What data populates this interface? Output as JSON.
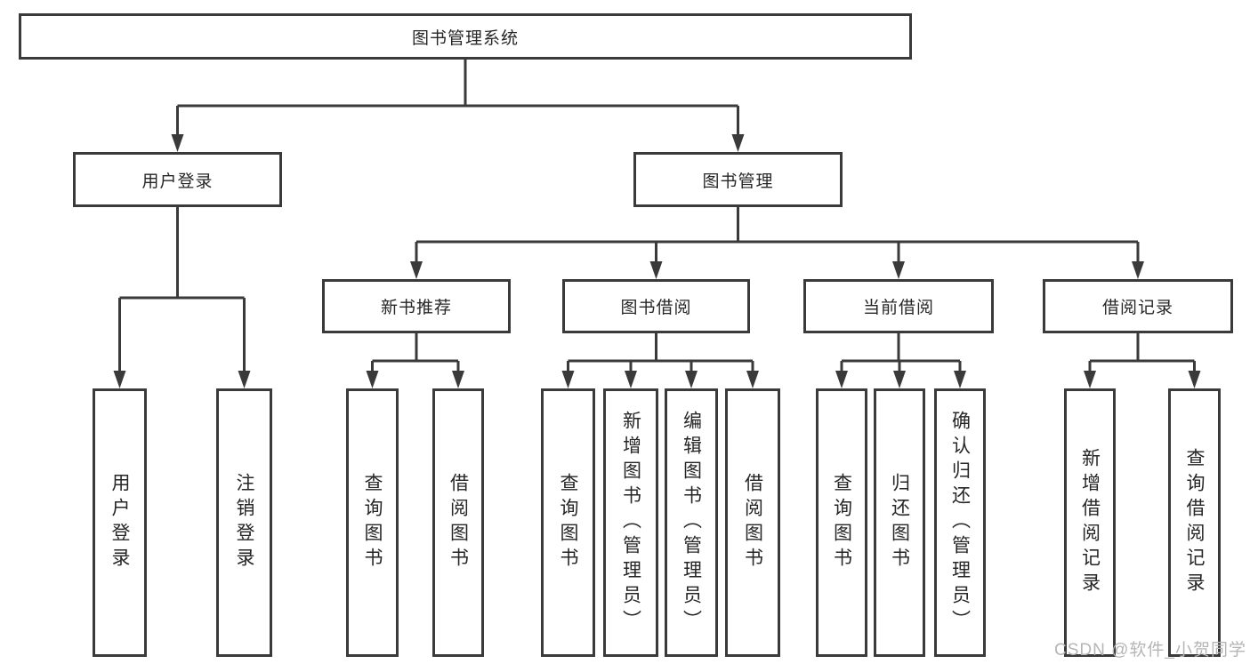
{
  "diagram": {
    "root": {
      "label": "图书管理系统"
    },
    "level2": {
      "user_login": {
        "label": "用户登录"
      },
      "book_management": {
        "label": "图书管理"
      }
    },
    "level3": {
      "new_book_recommendation": {
        "label": "新书推荐"
      },
      "book_borrowing": {
        "label": "图书借阅"
      },
      "current_borrowing": {
        "label": "当前借阅"
      },
      "borrowing_records": {
        "label": "借阅记录"
      }
    },
    "leaves": {
      "user_login": [
        "用户登录",
        "注销登录"
      ],
      "new_book_recommendation": [
        "查询图书",
        "借阅图书"
      ],
      "book_borrowing": [
        "查询图书",
        "新增图书（管理员）",
        "编辑图书（管理员）",
        "借阅图书"
      ],
      "current_borrowing": [
        "查询图书",
        "归还图书",
        "确认归还（管理员）"
      ],
      "borrowing_records": [
        "新增借阅记录",
        "查询借阅记录"
      ]
    }
  },
  "watermark": {
    "text": "CSDN @软件_小贺同学"
  },
  "colors": {
    "line": "#3a3a3a",
    "box_border": "#3a3a3a",
    "text": "#262626",
    "watermark": "#b5b5b5",
    "background": "#ffffff"
  }
}
